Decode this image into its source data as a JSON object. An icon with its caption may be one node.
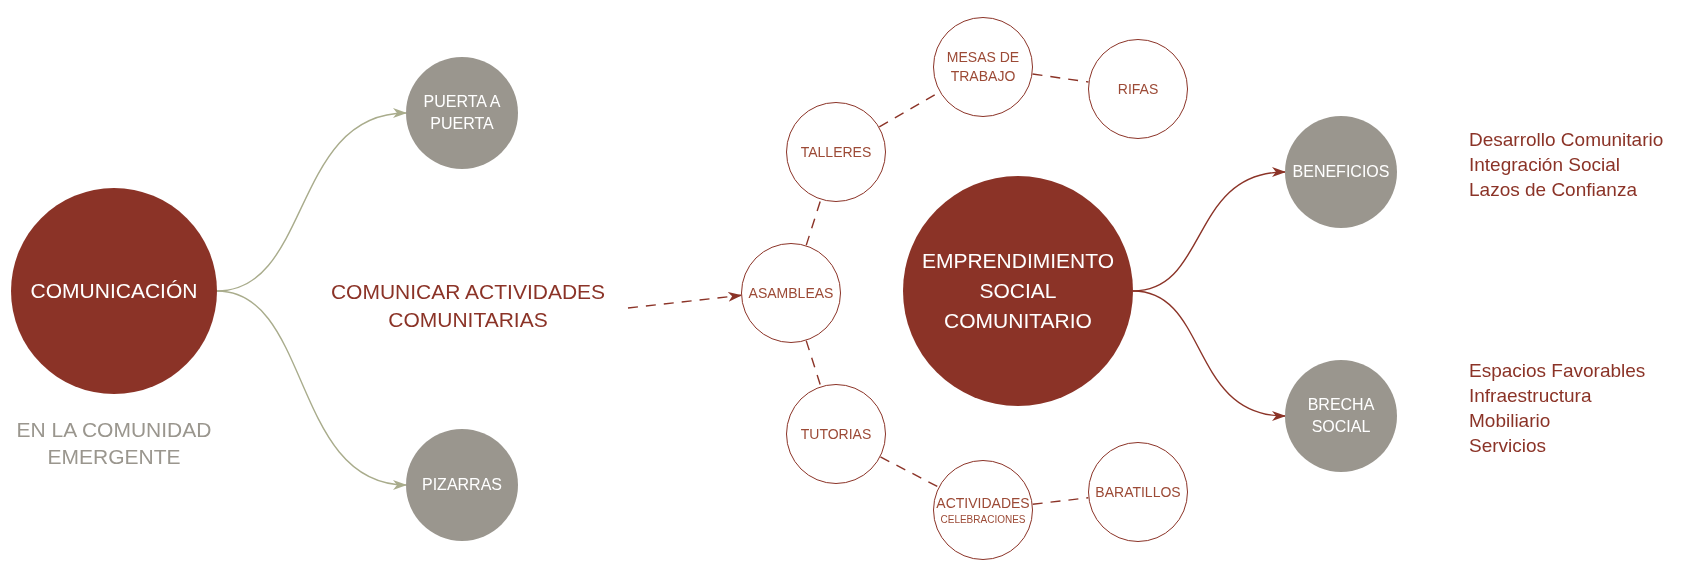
{
  "diagram": {
    "nodes": [
      {
        "text": [
          "COMUNICACIÓN"
        ],
        "beside": [
          "EN LA COMUNIDAD EMERGENTE"
        ]
      },
      {
        "text": [
          "PUERTA A PUERTA"
        ]
      },
      {
        "text": [
          "PIZARRAS"
        ]
      },
      {
        "text": [
          "COMUNICAR ACTIVIDADES COMUNITARIAS"
        ]
      },
      {
        "text": [
          "ASAMBLEAS"
        ]
      },
      {
        "text": [
          "TALLERES"
        ]
      },
      {
        "text": [
          "MESAS DE TRABAJO"
        ]
      },
      {
        "text": [
          "RIFAS"
        ]
      },
      {
        "text": [
          "TUTORIAS"
        ]
      },
      {
        "text": [
          "ACTIVIDADES",
          "CELEBRACIONES"
        ]
      },
      {
        "text": [
          "BARATILLOS"
        ]
      },
      {
        "text": [
          "EMPRENDIMIENTO SOCIAL COMUNITARIO"
        ]
      },
      {
        "text": [
          "BENEFICIOS"
        ],
        "beside": [
          "Desarrollo Comunitario",
          "Integración Social",
          "Lazos de Confianza"
        ]
      },
      {
        "text": [
          "BRECHA SOCIAL"
        ],
        "beside": [
          "Espacios Favorables",
          "Infraestructura",
          "Mobiliario",
          "Servicios"
        ]
      }
    ],
    "edges": [
      {
        "from": 0,
        "to": 1,
        "arrow": "to",
        "color": "#a9ac8c"
      },
      {
        "from": 0,
        "to": 2,
        "arrow": "to",
        "color": "#a9ac8c"
      },
      {
        "from": 3,
        "to": 4,
        "arrow": "to",
        "style": "dashed"
      },
      {
        "from": 4,
        "to": 5,
        "arrow": "none",
        "style": "dashed"
      },
      {
        "from": 5,
        "to": 6,
        "arrow": "none",
        "style": "dashed"
      },
      {
        "from": 6,
        "to": 7,
        "arrow": "none",
        "style": "dashed"
      },
      {
        "from": 4,
        "to": 8,
        "arrow": "none",
        "style": "dashed"
      },
      {
        "from": 8,
        "to": 9,
        "arrow": "none",
        "style": "dashed"
      },
      {
        "from": 9,
        "to": 10,
        "arrow": "none",
        "style": "dashed"
      },
      {
        "from": 11,
        "to": 12,
        "arrow": "to"
      },
      {
        "from": 11,
        "to": 13,
        "arrow": "to"
      }
    ]
  }
}
